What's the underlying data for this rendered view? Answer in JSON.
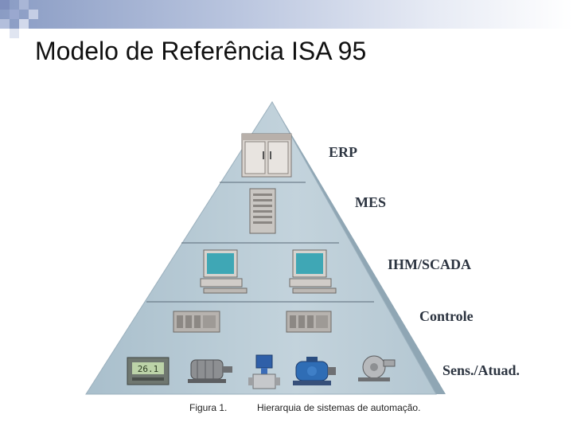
{
  "slide": {
    "title": "Modelo de Referência ISA 95"
  },
  "pyramid": {
    "levels": [
      {
        "label": "ERP"
      },
      {
        "label": "MES"
      },
      {
        "label": "IHM/SCADA"
      },
      {
        "label": "Controle"
      },
      {
        "label": "Sens./Atuad."
      }
    ]
  },
  "figure": {
    "number": "Figura 1.",
    "caption": "Hierarquia de sistemas de automação."
  },
  "device_display": {
    "readout": "26.1"
  },
  "colors": {
    "pyramid_face": "#b9cbd6",
    "pyramid_side": "#8fa6b4",
    "header_gradient_start": "#8a9cc4",
    "checker_dark": "#7f8fbd"
  }
}
